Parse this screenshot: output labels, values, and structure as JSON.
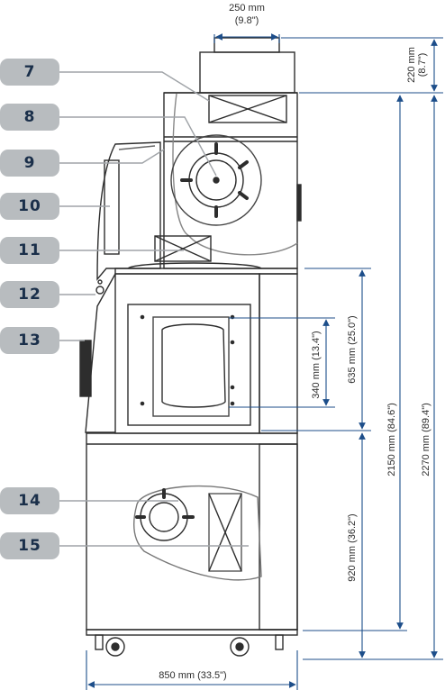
{
  "callouts": [
    "7",
    "8",
    "9",
    "10",
    "11",
    "12",
    "13",
    "14",
    "15"
  ],
  "dimensions": {
    "top_width": {
      "mm": "250 mm",
      "in": "(9.8\")"
    },
    "top_height": {
      "mm": "220 mm",
      "in": "(8.7\")"
    },
    "width": "850 mm (33.5\")",
    "opening": "340 mm (13.4\")",
    "frame": "635 mm (25.0\")",
    "lower": "920 mm (36.2\")",
    "body_height": "2150 mm (84.6\")",
    "total_height": "2270 mm (89.4\")"
  },
  "colors": {
    "dimension": "#1d4e8a",
    "outline": "#2d2d2d",
    "badge": "#b8bcbf",
    "badge_text": "#1a2f4a",
    "leader": "#a0a4a8"
  }
}
